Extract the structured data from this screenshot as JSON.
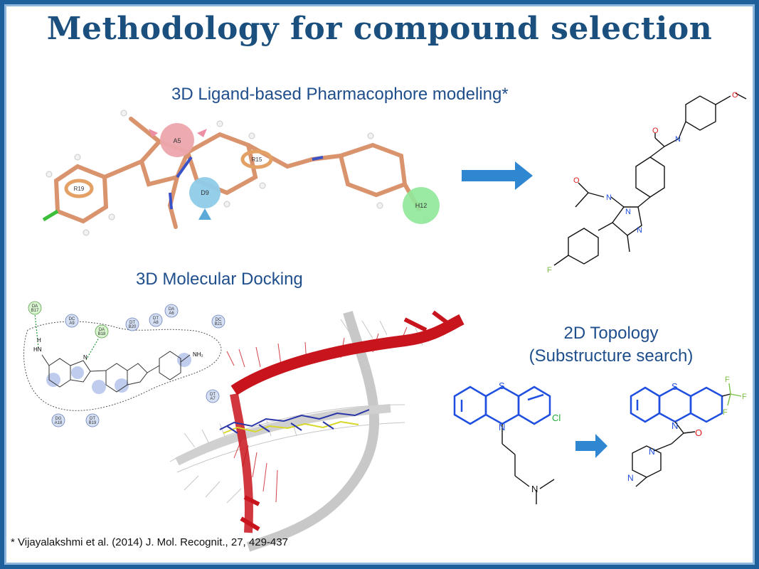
{
  "title": "Methodology for compound selection",
  "sections": {
    "pharmacophore": "3D Ligand-based Pharmacophore modeling*",
    "docking": "3D Molecular Docking",
    "topology_line1": "2D Topology",
    "topology_line2": "(Substructure search)"
  },
  "pharmacophore_features": [
    "A5",
    "D9",
    "R15",
    "R19",
    "H12"
  ],
  "molecule_atoms": {
    "O": "O",
    "N": "N",
    "F": "F",
    "S": "S",
    "Cl": "Cl",
    "H": "H"
  },
  "docking_residues": [
    "DA",
    "B17",
    "DC",
    "A9",
    "DA",
    "B18",
    "DT",
    "B20",
    "DT",
    "A8",
    "DA",
    "A6",
    "DC",
    "B21",
    "DT",
    "A7",
    "DG",
    "A18",
    "DT",
    "B19"
  ],
  "docking_labels": {
    "nh2": "NH₂",
    "hn": "HN",
    "n": "N",
    "h": "H"
  },
  "citation": "* Vijayalakshmi et al. (2014) J. Mol. Recognit., 27, 429-437",
  "colors": {
    "title": "#1a4f7e",
    "frame": "#1f5f9c",
    "arrow": "#2f86d1",
    "heavy_structure": "#1f4fe0",
    "halogen_f": "#7ac143",
    "chlorine": "#1faa3a",
    "oxygen": "#e02020",
    "ribbon_red": "#c8141c"
  }
}
